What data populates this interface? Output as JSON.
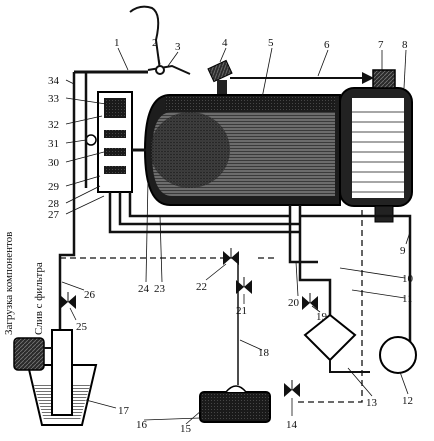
{
  "diagram": {
    "side_labels": {
      "loading": "Загрузка компонентов",
      "drain": "Слив с фильтра"
    },
    "callouts": [
      "1",
      "2",
      "3",
      "4",
      "5",
      "6",
      "7",
      "8",
      "9",
      "10",
      "11",
      "12",
      "13",
      "14",
      "15",
      "16",
      "17",
      "18",
      "19",
      "20",
      "21",
      "22",
      "23",
      "24",
      "25",
      "26",
      "27",
      "28",
      "29",
      "30",
      "31",
      "32",
      "33",
      "34"
    ]
  }
}
